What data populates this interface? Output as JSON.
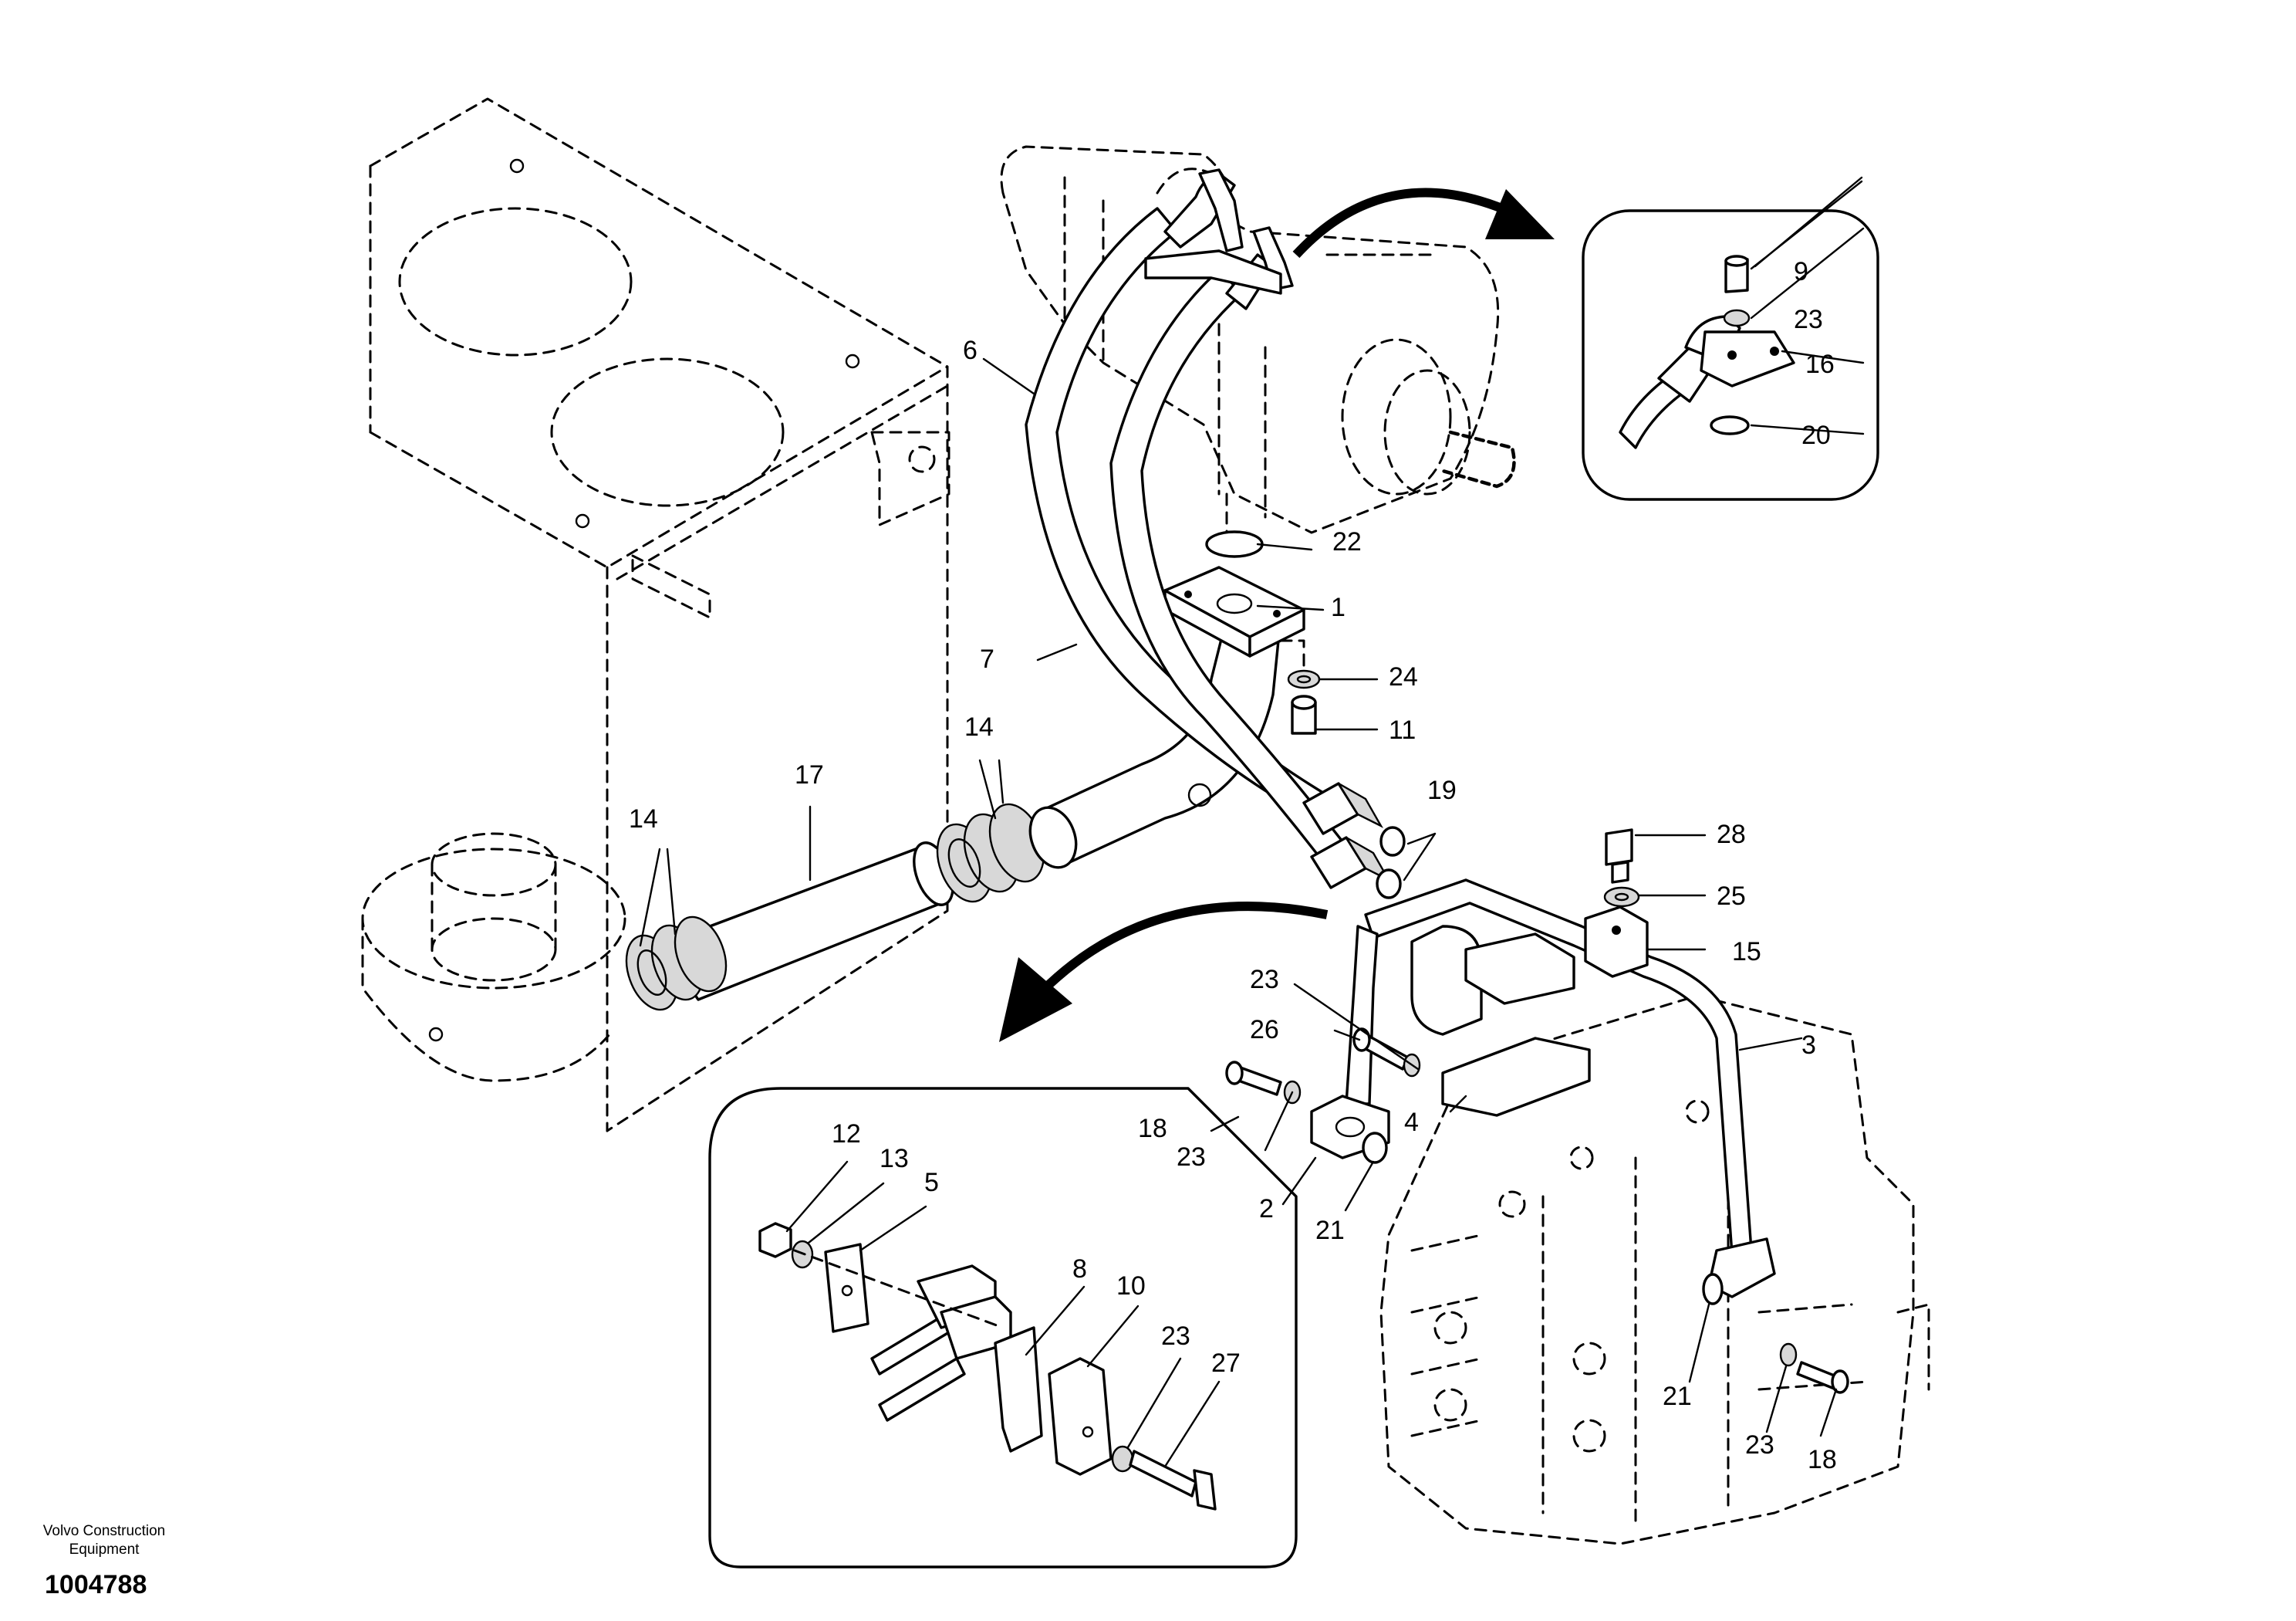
{
  "brand_line1": "Volvo Construction",
  "brand_line2": "Equipment",
  "document_number": "1004788",
  "callouts": {
    "c1": "1",
    "c2": "2",
    "c3": "3",
    "c4": "4",
    "c5": "5",
    "c6": "6",
    "c7": "7",
    "c8": "8",
    "c9": "9",
    "c10": "10",
    "c11": "11",
    "c12": "12",
    "c13": "13",
    "c14a": "14",
    "c14b": "14",
    "c15": "15",
    "c16": "16",
    "c17": "17",
    "c18a": "18",
    "c18b": "18",
    "c19": "19",
    "c20": "20",
    "c21a": "21",
    "c21b": "21",
    "c22": "22",
    "c23a": "23",
    "c23b": "23",
    "c23c": "23",
    "c23d": "23",
    "c23e": "23",
    "c24": "24",
    "c25": "25",
    "c26": "26",
    "c27": "27",
    "c28": "28"
  }
}
